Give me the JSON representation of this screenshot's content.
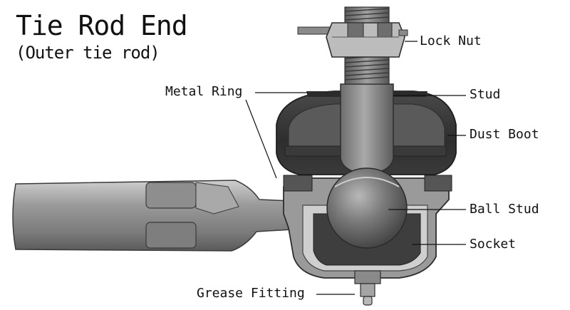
{
  "diagram": {
    "title": "Tie Rod End",
    "subtitle": "(Outer tie rod)",
    "labels": {
      "lock_nut": "Lock Nut",
      "metal_ring": "Metal Ring",
      "stud": "Stud",
      "dust_boot": "Dust Boot",
      "ball_stud": "Ball Stud",
      "socket": "Socket",
      "grease_fitting": "Grease Fitting"
    }
  }
}
